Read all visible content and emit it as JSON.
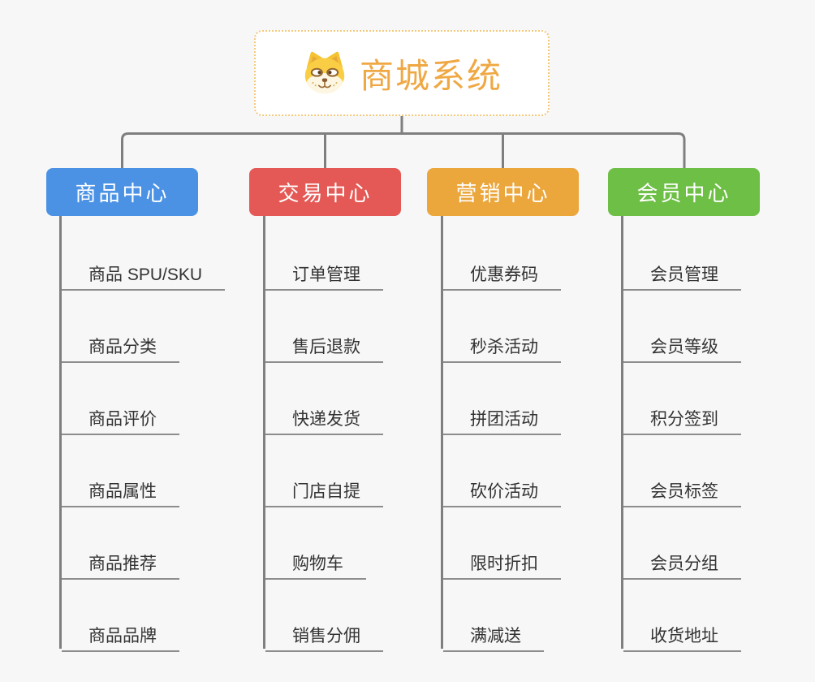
{
  "canvas": {
    "background": "#f7f7f7",
    "connector_color": "#7f7f7f",
    "underline_color": "#8d8d8d",
    "child_text_color": "#333333"
  },
  "root": {
    "label": "商城系统",
    "icon": "dog-face-icon",
    "text_color": "#efa843",
    "border_color": "#f3c878",
    "background": "#ffffff"
  },
  "branches": [
    {
      "label": "商品中心",
      "color": "#4b92e5",
      "children": [
        "商品 SPU/SKU",
        "商品分类",
        "商品评价",
        "商品属性",
        "商品推荐",
        "商品品牌"
      ]
    },
    {
      "label": "交易中心",
      "color": "#e45955",
      "children": [
        "订单管理",
        "售后退款",
        "快递发货",
        "门店自提",
        "购物车",
        "销售分佣"
      ]
    },
    {
      "label": "营销中心",
      "color": "#eba63c",
      "children": [
        "优惠券码",
        "秒杀活动",
        "拼团活动",
        "砍价活动",
        "限时折扣",
        "满减送"
      ]
    },
    {
      "label": "会员中心",
      "color": "#6ebf46",
      "children": [
        "会员管理",
        "会员等级",
        "积分签到",
        "会员标签",
        "会员分组",
        "收货地址"
      ]
    }
  ]
}
